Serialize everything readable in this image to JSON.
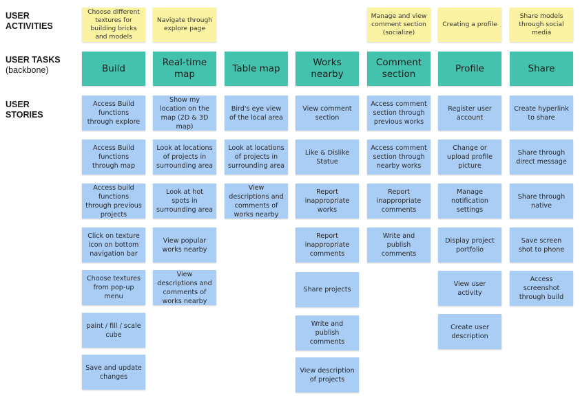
{
  "labels": {
    "activities_line1": "USER",
    "activities_line2": "ACTIVITIES",
    "tasks_line1": "USER TASKS",
    "tasks_line2": "(backbone)",
    "stories_line1": "USER",
    "stories_line2": "STORIES"
  },
  "colors": {
    "activity": "#fbf3a2",
    "task": "#45c2ad",
    "story": "#a9cdf5"
  },
  "columns": [
    {
      "activity": "Choose different textures for building bricks and models",
      "task": "Build",
      "stories": [
        "Access Build functions through explore",
        "Access Build functions through map",
        "Access build functions through previous projects",
        "Click on texture icon on bottom navigation bar",
        "Choose textures from pop-up menu",
        "paint / fill / scale cube",
        "Save and update changes"
      ]
    },
    {
      "activity": "Navigate through explore page",
      "task": "Real-time map",
      "stories": [
        "Show my location on the map (2D & 3D map)",
        "Look at locations of projects in surrounding area",
        "Look at hot spots in surrounding area",
        "View popular works nearby",
        "View descriptions and comments of works nearby"
      ]
    },
    {
      "activity": null,
      "task": "Table map",
      "stories": [
        "Bird's eye view of the local area",
        "Look at locations of projects in surrounding area",
        "View descriptions and comments of works nearby"
      ]
    },
    {
      "activity": null,
      "task": "Works nearby",
      "stories": [
        "View comment section",
        "Like & Dislike Statue",
        "Report inappropriate works",
        "Report inappropriate comments",
        "Share projects",
        "Write and publish comments",
        "View description of projects"
      ]
    },
    {
      "activity": "Manage and view comment section (socialize)",
      "task": "Comment section",
      "stories": [
        "Access comment section through previous works",
        "Access comment section through nearby works",
        "Report inappropriate comments",
        "Write and publish comments"
      ]
    },
    {
      "activity": "Creating a profile",
      "task": "Profile",
      "stories": [
        "Register user account",
        "Change or upload profile picture",
        "Manage notification settings",
        "Display project portfolio",
        "View user activity",
        "Create user description"
      ]
    },
    {
      "activity": "Share models through social media",
      "task": "Share",
      "stories": [
        "Create hyperlink to share",
        "Share through direct message",
        "Share through native",
        "Save screen shot to phone",
        "Access screenshot through build"
      ]
    }
  ]
}
